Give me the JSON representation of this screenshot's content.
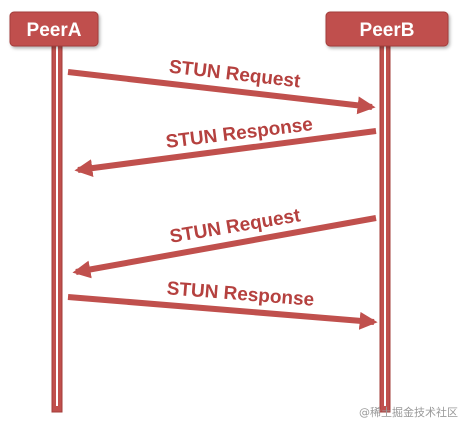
{
  "peers": {
    "a": "PeerA",
    "b": "PeerB"
  },
  "messages": [
    {
      "label": "STUN Request",
      "from": "PeerA",
      "to": "PeerB"
    },
    {
      "label": "STUN Response",
      "from": "PeerB",
      "to": "PeerA"
    },
    {
      "label": "STUN Request",
      "from": "PeerB",
      "to": "PeerA"
    },
    {
      "label": "STUN Response",
      "from": "PeerA",
      "to": "PeerB"
    }
  ],
  "watermark": "@稀土掘金技术社区",
  "colors": {
    "accent": "#c0504d",
    "accent_dark": "#a33d3a",
    "text": "#b5413f"
  }
}
